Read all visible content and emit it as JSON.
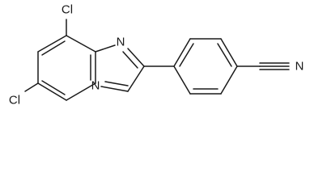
{
  "molecule": {
    "atoms": {
      "cl_top": "Cl",
      "cl_bottom": "Cl",
      "n_ring_top": "N",
      "n_ring_bridge": "N",
      "n_nitrile": "N"
    }
  }
}
